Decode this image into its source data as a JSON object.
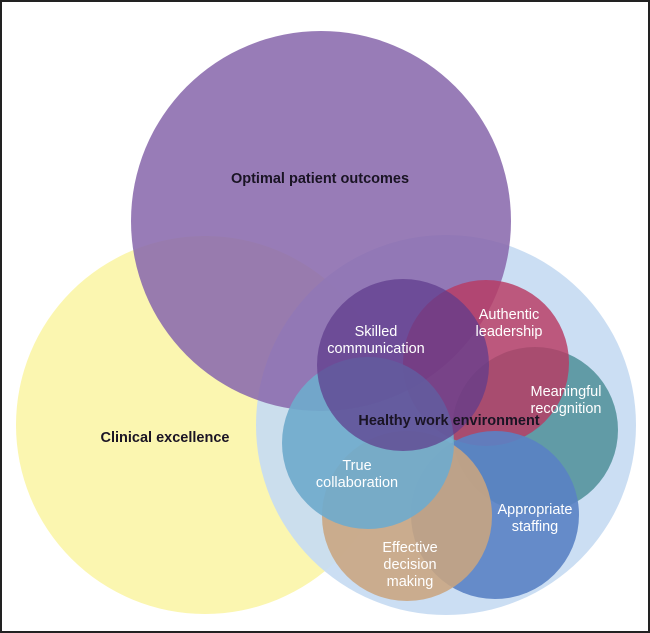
{
  "diagram": {
    "type": "venn",
    "outer_circles": [
      {
        "id": "clinical-excellence",
        "label": "Clinical excellence",
        "color": "#fbf6b0"
      },
      {
        "id": "healthy-work-environment",
        "label": "Healthy work environment",
        "color": "#c7dbf2"
      },
      {
        "id": "optimal-patient-outcomes",
        "label": "Optimal patient outcomes",
        "color": "#8a6aad"
      }
    ],
    "standards": [
      {
        "id": "skilled-communication",
        "lines": [
          "Skilled",
          "communication"
        ],
        "color": "#5e3c8c"
      },
      {
        "id": "authentic-leadership",
        "lines": [
          "Authentic",
          "leadership"
        ],
        "color": "#b83a63"
      },
      {
        "id": "meaningful-recognition",
        "lines": [
          "Meaningful",
          "recognition"
        ],
        "color": "#4f8f98"
      },
      {
        "id": "appropriate-staffing",
        "lines": [
          "Appropriate",
          "staffing"
        ],
        "color": "#5a82c4"
      },
      {
        "id": "effective-decision-making",
        "lines": [
          "Effective",
          "decision",
          "making"
        ],
        "color": "#c9a57f"
      },
      {
        "id": "true-collaboration",
        "lines": [
          "True",
          "collaboration"
        ],
        "color": "#70aacc"
      }
    ]
  }
}
